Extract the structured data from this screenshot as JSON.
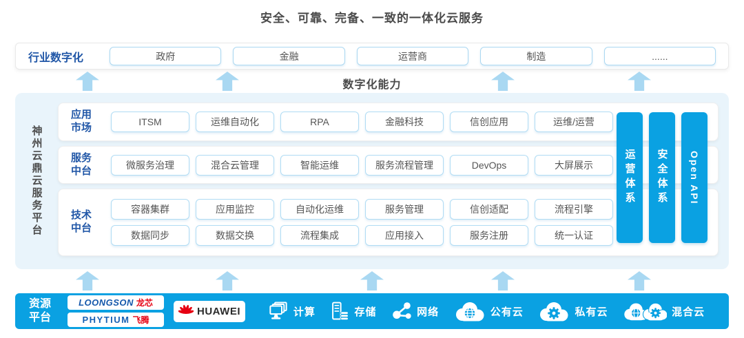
{
  "title": "安全、可靠、完备、一致的一体化云服务",
  "industry_row": {
    "label": "行业数字化",
    "items": [
      "政府",
      "金融",
      "运营商",
      "制造",
      "......"
    ]
  },
  "capability_label": "数字化能力",
  "platform": {
    "side_label": "神州云鼎云服务平台",
    "rows": [
      {
        "label": "应用市场",
        "lines": [
          [
            "ITSM",
            "运维自动化",
            "RPA",
            "金融科技",
            "信创应用",
            "运维/运营"
          ]
        ]
      },
      {
        "label": "服务中台",
        "lines": [
          [
            "微服务治理",
            "混合云管理",
            "智能运维",
            "服务流程管理",
            "DevOps",
            "大屏展示"
          ]
        ]
      },
      {
        "label": "技术中台",
        "lines": [
          [
            "容器集群",
            "应用监控",
            "自动化运维",
            "服务管理",
            "信创适配",
            "流程引擎"
          ],
          [
            "数据同步",
            "数据交换",
            "流程集成",
            "应用接入",
            "服务注册",
            "统一认证"
          ]
        ]
      }
    ],
    "pillars": [
      "运营体系",
      "安全体系",
      "Open API"
    ]
  },
  "resource": {
    "label": "资源平台",
    "vendors": [
      {
        "brand": "LOONGSON",
        "cn": "龙芯"
      },
      {
        "brand": "PHYTIUM",
        "cn": "飞腾"
      },
      {
        "brand": "HUAWEI",
        "cn": ""
      }
    ],
    "items": [
      {
        "icon": "compute-icon",
        "label": "计算"
      },
      {
        "icon": "storage-icon",
        "label": "存储"
      },
      {
        "icon": "network-icon",
        "label": "网络"
      },
      {
        "icon": "public-cloud-icon",
        "label": "公有云"
      },
      {
        "icon": "private-cloud-icon",
        "label": "私有云"
      },
      {
        "icon": "hybrid-cloud-icon",
        "label": "混合云"
      }
    ]
  },
  "colors": {
    "accent_blue": "#0aa1e2",
    "arrow_blue": "#a9d8f2",
    "panel_bg": "#e9f4fb",
    "chip_border": "#b0dcf4",
    "label_blue": "#2157a7",
    "text_gray": "#555555",
    "brand_red": "#e60012"
  }
}
